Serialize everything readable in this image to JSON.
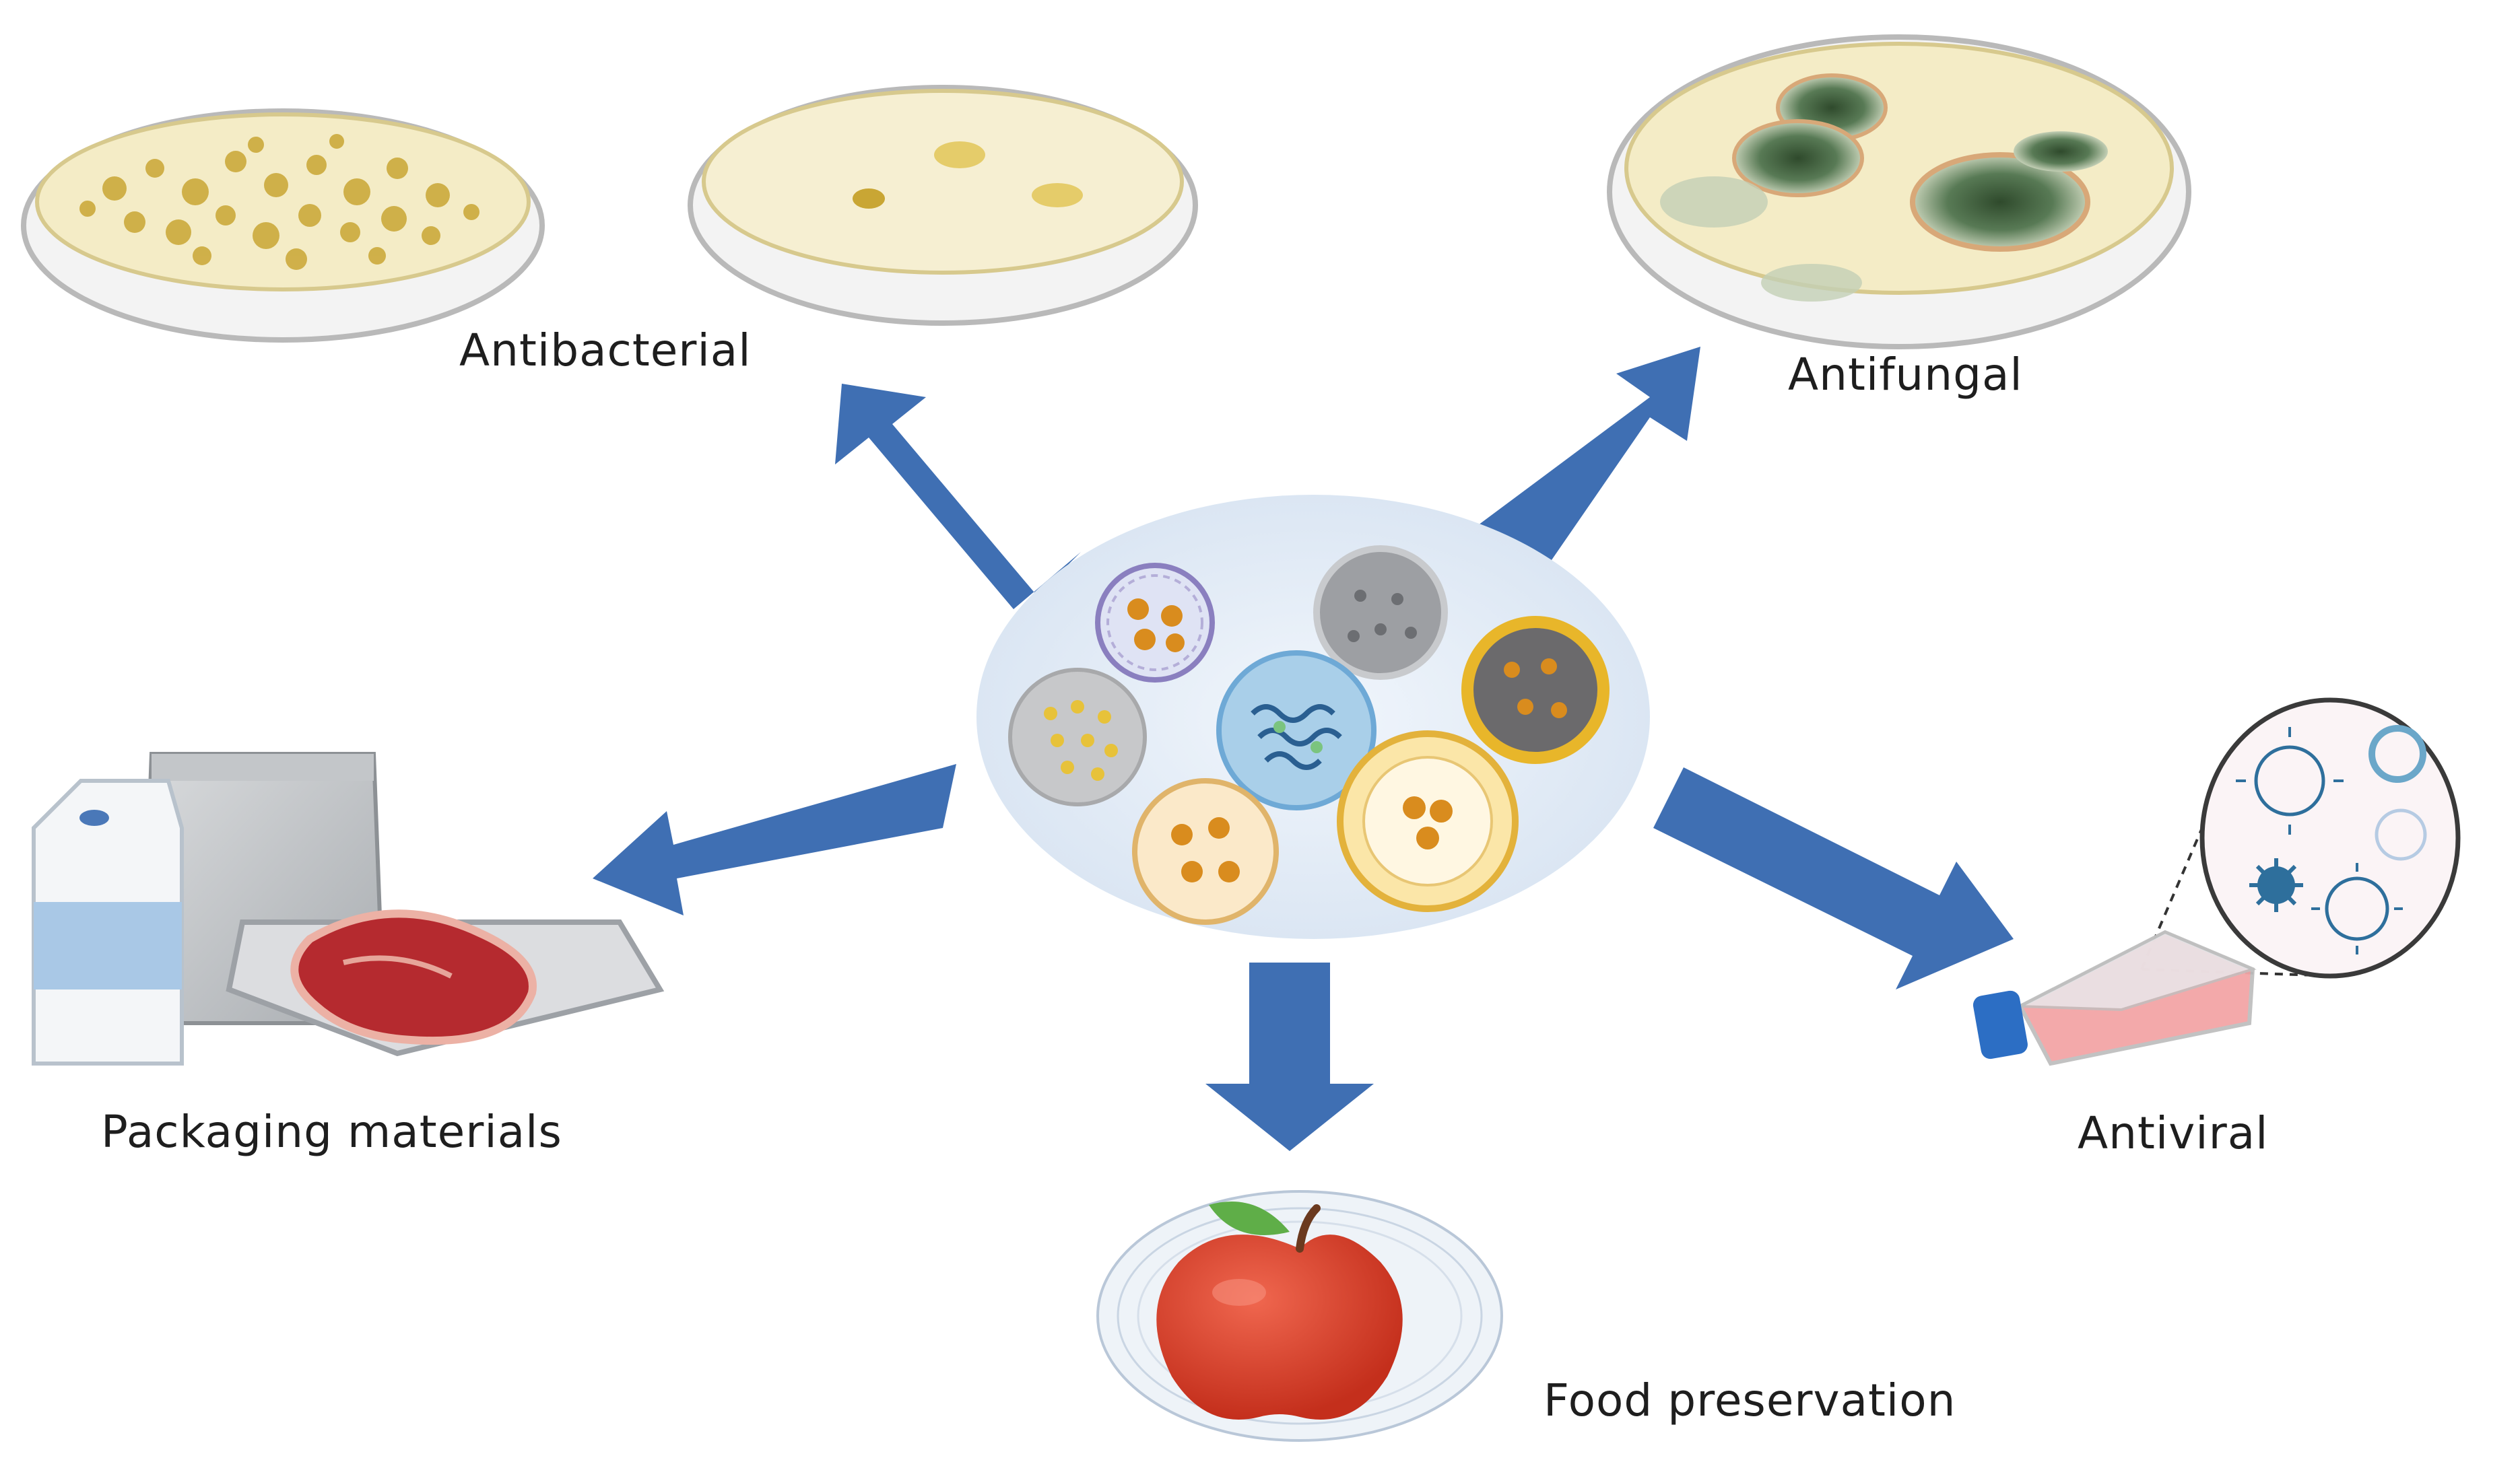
{
  "labels": {
    "antibacterial": "Antibacterial",
    "antifungal": "Antifungal",
    "packaging": "Packaging materials",
    "antiviral": "Antiviral",
    "food_preservation": "Food preservation"
  },
  "colors": {
    "arrow": "#3f6fb3",
    "hub": "#e6eef8",
    "agar": "#f4ecc6",
    "bacteria_colony": "#c9a634",
    "fungal_colony": "#3e5a3b",
    "virus": "#2e6f9c",
    "apple": "#d93b26",
    "meat": "#b52a2f"
  },
  "icons": {
    "hub": "nanocarrier-cluster-icon",
    "antibacterial": "petri-dish-bacteria-icon",
    "antifungal": "petri-dish-fungi-icon",
    "packaging": "food-package-icon",
    "antiviral": "cell-flask-virus-icon",
    "food": "coated-apple-icon"
  }
}
